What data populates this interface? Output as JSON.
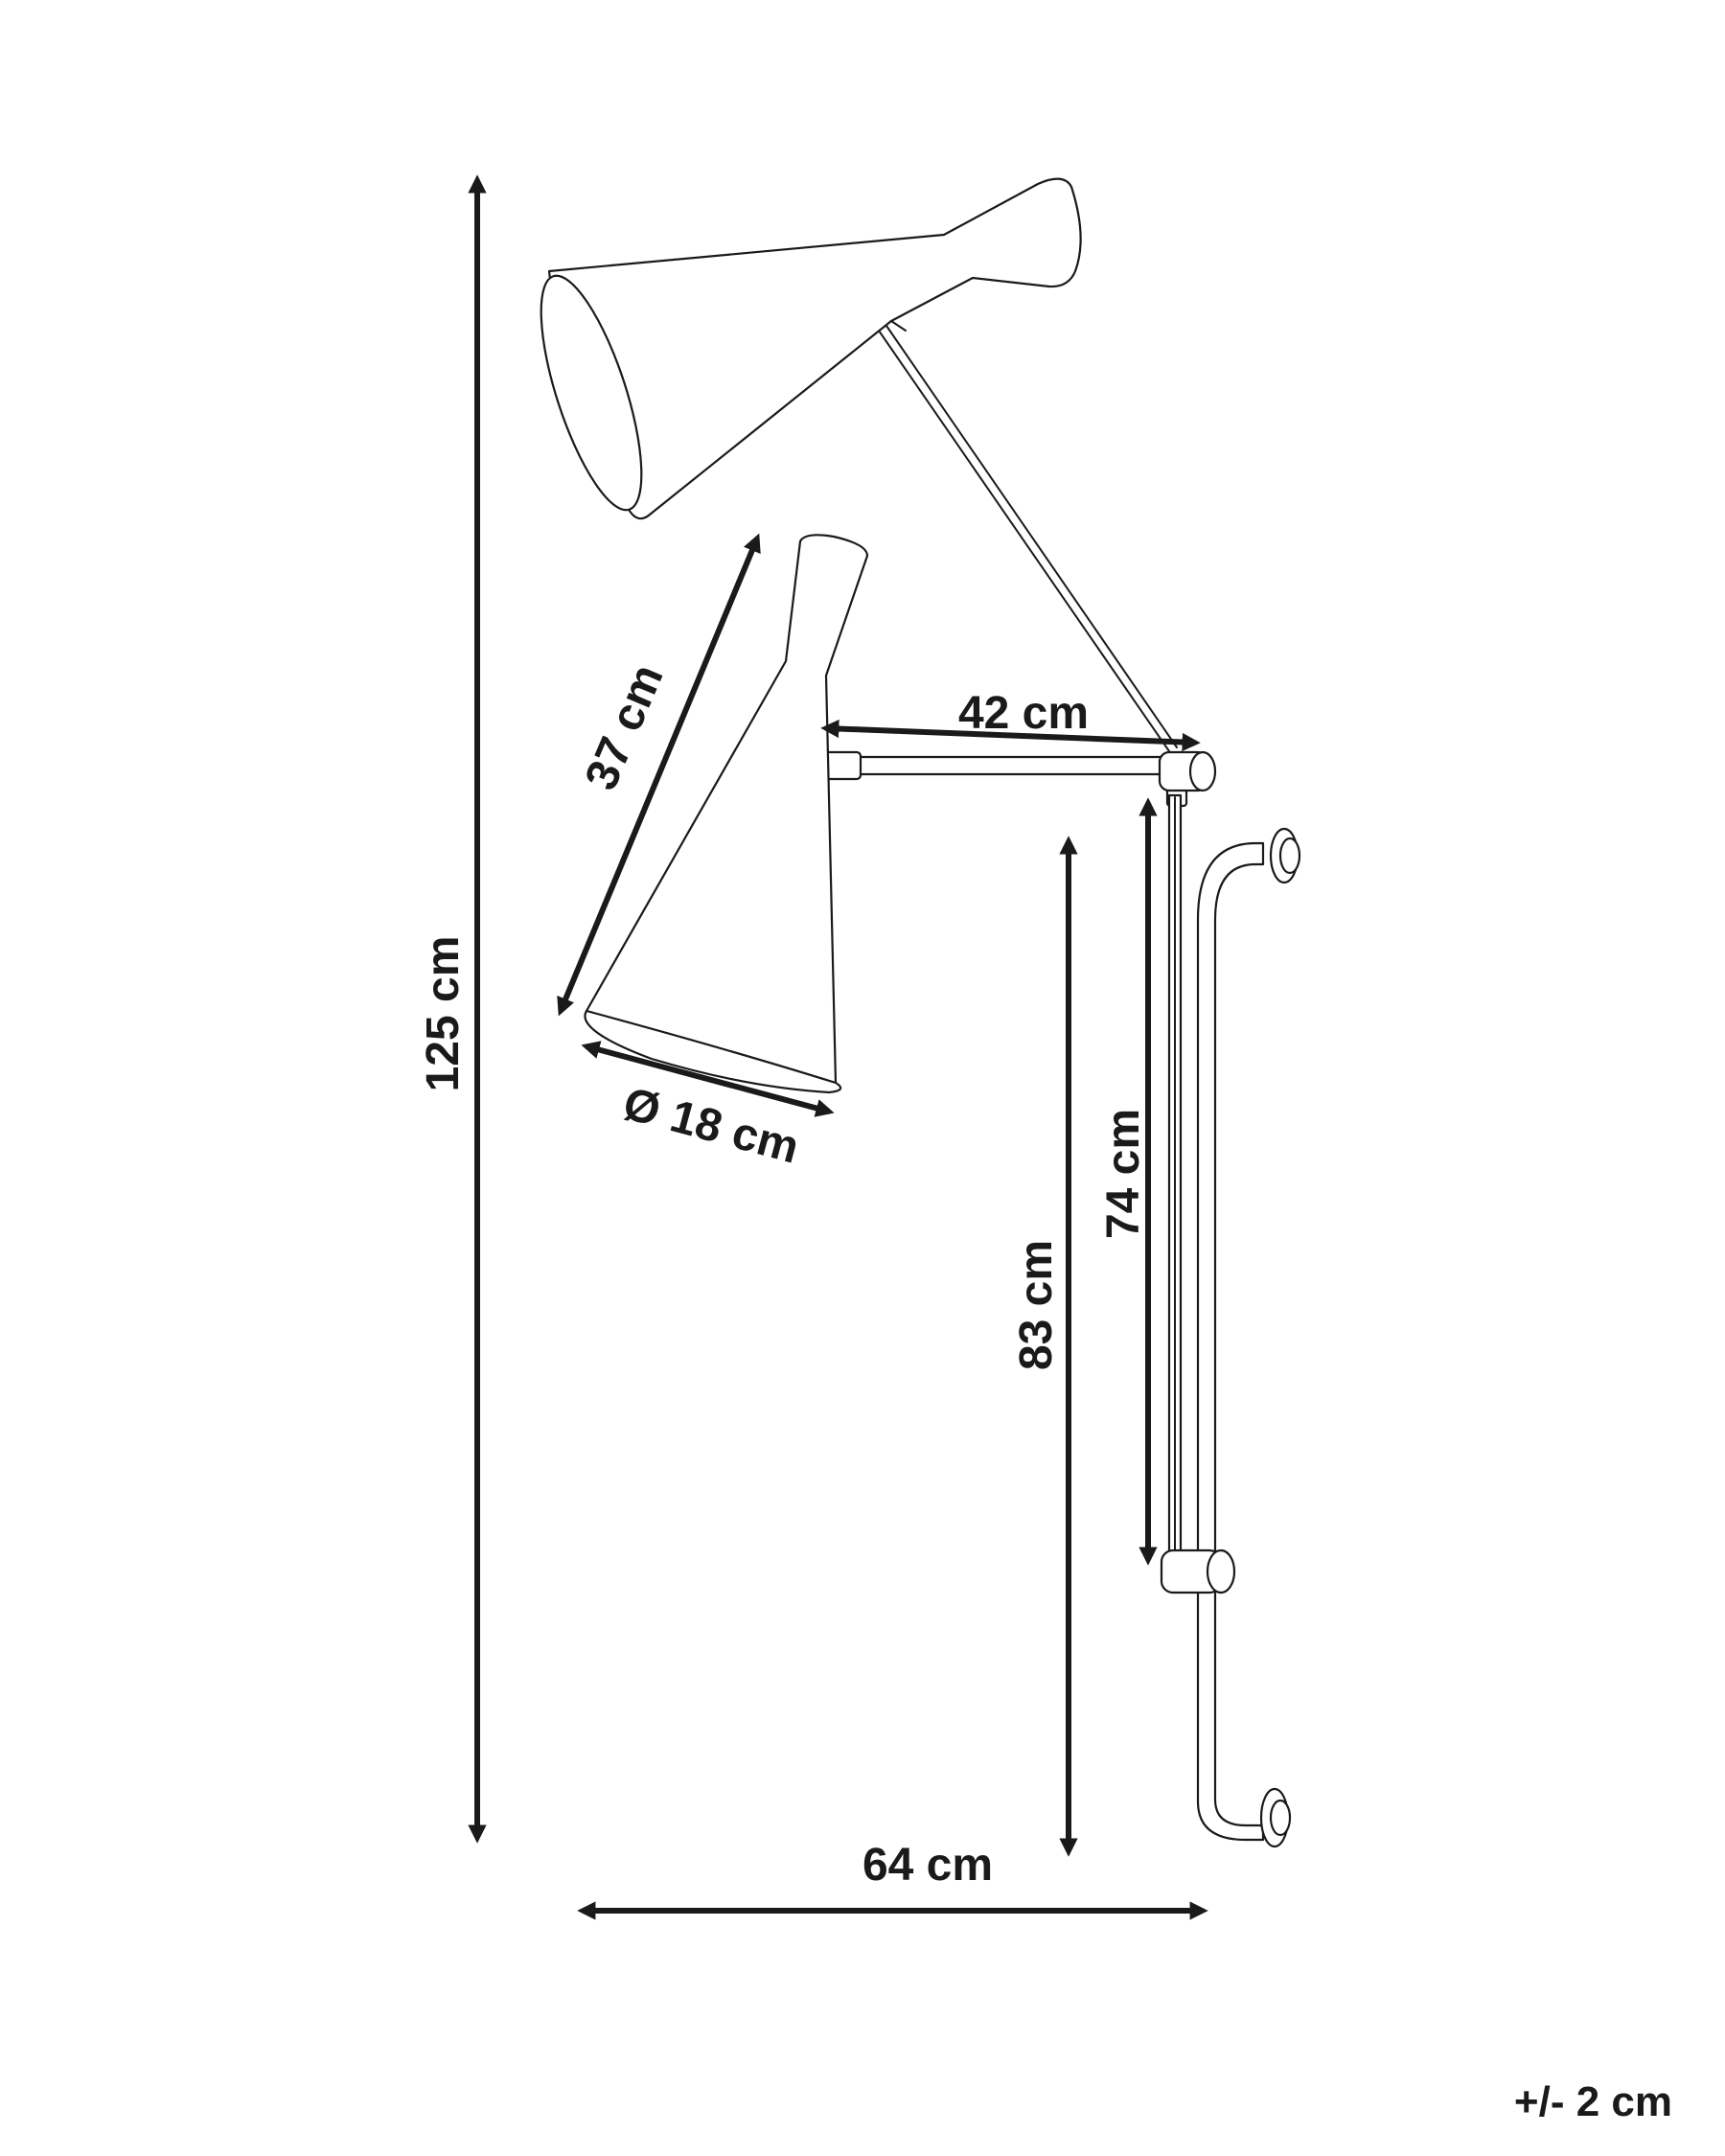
{
  "dimensions": {
    "total_height": "125 cm",
    "shade_length": "37 cm",
    "shade_diameter": "Ø 18 cm",
    "arm_length": "42 cm",
    "mount_height": "83 cm",
    "rail_height": "74 cm",
    "total_width": "64 cm"
  },
  "tolerance": "+/- 2 cm",
  "colors": {
    "line": "#1a1a1a",
    "background": "#ffffff"
  }
}
